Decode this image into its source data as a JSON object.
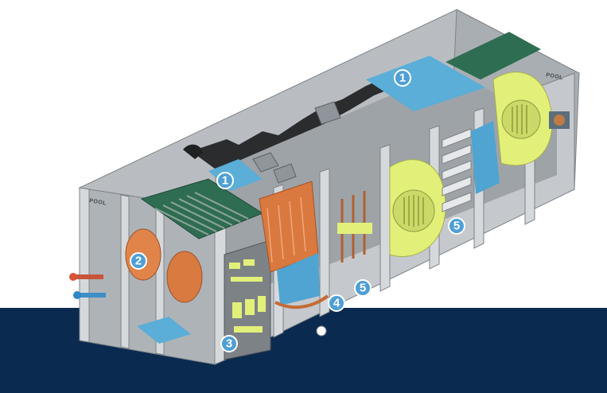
{
  "diagram": {
    "brand_label_left": "POOL",
    "brand_label_right": "POOL",
    "callouts": [
      {
        "id": "1a",
        "label": "1"
      },
      {
        "id": "1b",
        "label": "1"
      },
      {
        "id": "2",
        "label": "2"
      },
      {
        "id": "3",
        "label": "3"
      },
      {
        "id": "4",
        "label": "4"
      },
      {
        "id": "5a",
        "label": "5"
      },
      {
        "id": "5b",
        "label": "5"
      }
    ]
  },
  "colors": {
    "banner": "#0b2a4f",
    "casing": "#b8bcc0",
    "casing_dark": "#8c9196",
    "fan_yellow": "#e2f07a",
    "coil_green": "#2f6d52",
    "filter_blue": "#5aaed7",
    "copper": "#e0844a",
    "callout_blue": "#4f9fd6"
  }
}
